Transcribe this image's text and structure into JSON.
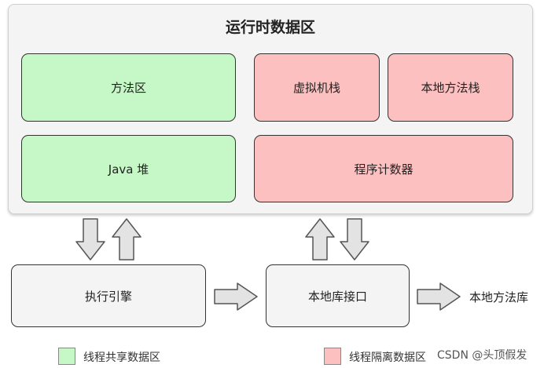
{
  "runtime_area": {
    "title": "运行时数据区",
    "method_area": "方法区",
    "java_heap": "Java 堆",
    "vm_stack": "虚拟机栈",
    "native_method_stack": "本地方法栈",
    "program_counter": "程序计数器"
  },
  "execution_engine": "执行引擎",
  "native_interface": "本地库接口",
  "native_library": "本地方法库",
  "legend": {
    "shared": "线程共享数据区",
    "isolated": "线程隔离数据区"
  },
  "watermark": "CSDN @头顶假发",
  "colors": {
    "shared": "#c6f7c6",
    "isolated": "#fdc0c0",
    "neutral": "#f4f4f4"
  }
}
